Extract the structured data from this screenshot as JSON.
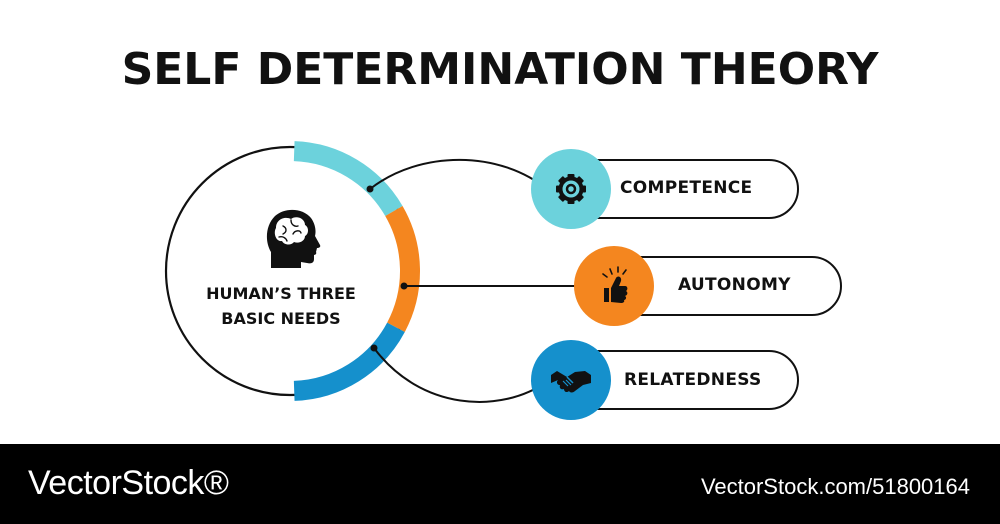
{
  "title": "SELF DETERMINATION THEORY",
  "center": {
    "line1": "HUMAN’S THREE",
    "line2": "BASIC NEEDS",
    "icon": "human-head-brain-icon"
  },
  "needs": [
    {
      "label": "COMPETENCE",
      "icon": "gear-icon",
      "color": "#6cd2dc"
    },
    {
      "label": "AUTONOMY",
      "icon": "thumbs-up-icon",
      "color": "#f4861f"
    },
    {
      "label": "RELATEDNESS",
      "icon": "handshake-icon",
      "color": "#1590cc"
    }
  ],
  "footer": {
    "brand": "VectorStock®",
    "image_id": "VectorStock.com/51800164"
  }
}
